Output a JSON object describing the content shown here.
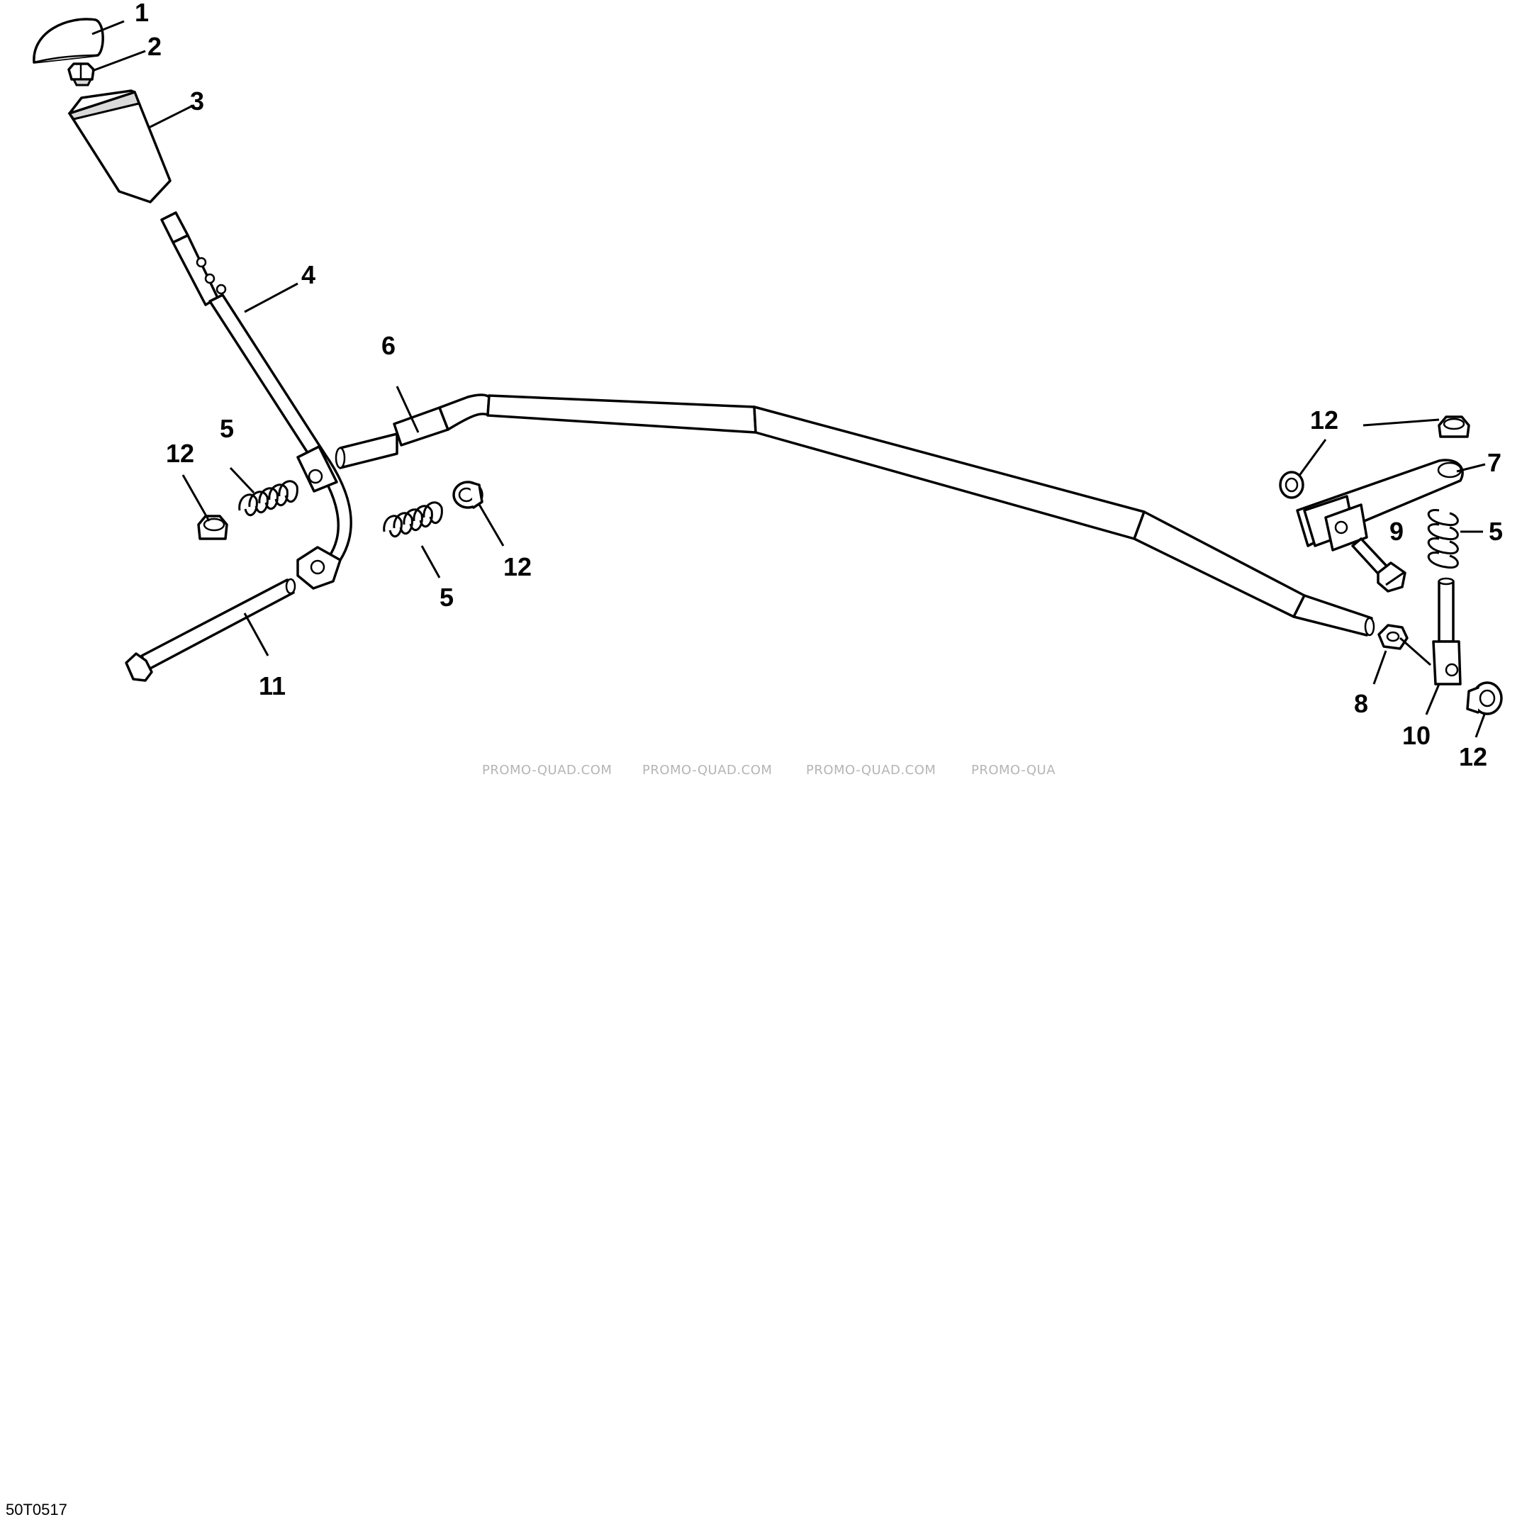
{
  "callouts": {
    "c1": "1",
    "c2": "2",
    "c3": "3",
    "c4": "4",
    "c5a": "5",
    "c5b": "5",
    "c5c": "5",
    "c6": "6",
    "c7": "7",
    "c8": "8",
    "c9": "9",
    "c10": "10",
    "c11": "11",
    "c12a": "12",
    "c12b": "12",
    "c12c": "12",
    "c12d": "12"
  },
  "watermarks": [
    "PROMO-QUAD.COM",
    "PROMO-QUAD.COM",
    "PROMO-QUAD.COM",
    "PROMO-QUA"
  ],
  "reference_code": "50T0517"
}
